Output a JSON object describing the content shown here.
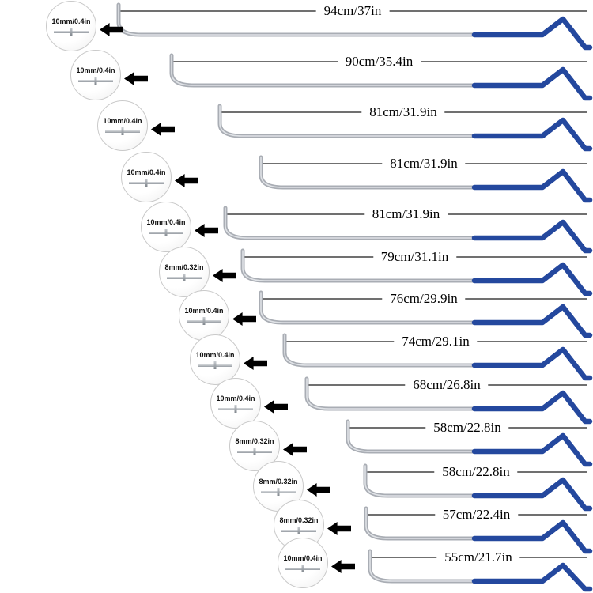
{
  "colors": {
    "steel": "#a9adb4",
    "steel_highlight": "#dfe2e6",
    "handle_blue": "#24489e",
    "arrow": "#000000",
    "dimension": "#1a1a1a"
  },
  "rows": [
    {
      "tip": "10mm/0.4in",
      "length": "94cm/37in"
    },
    {
      "tip": "10mm/0.4in",
      "length": "90cm/35.4in"
    },
    {
      "tip": "10mm/0.4in",
      "length": "81cm/31.9in"
    },
    {
      "tip": "10mm/0.4in",
      "length": "81cm/31.9in"
    },
    {
      "tip": "10mm/0.4in",
      "length": "81cm/31.9in"
    },
    {
      "tip": "8mm/0.32in",
      "length": "79cm/31.1in"
    },
    {
      "tip": "10mm/0.4in",
      "length": "76cm/29.9in"
    },
    {
      "tip": "10mm/0.4in",
      "length": "74cm/29.1in"
    },
    {
      "tip": "10mm/0.4in",
      "length": "68cm/26.8in"
    },
    {
      "tip": "8mm/0.32in",
      "length": "58cm/22.8in"
    },
    {
      "tip": "8mm/0.32in",
      "length": "58cm/22.8in"
    },
    {
      "tip": "8mm/0.32in",
      "length": "57cm/22.4in"
    },
    {
      "tip": "10mm/0.4in",
      "length": "55cm/21.7in"
    }
  ]
}
